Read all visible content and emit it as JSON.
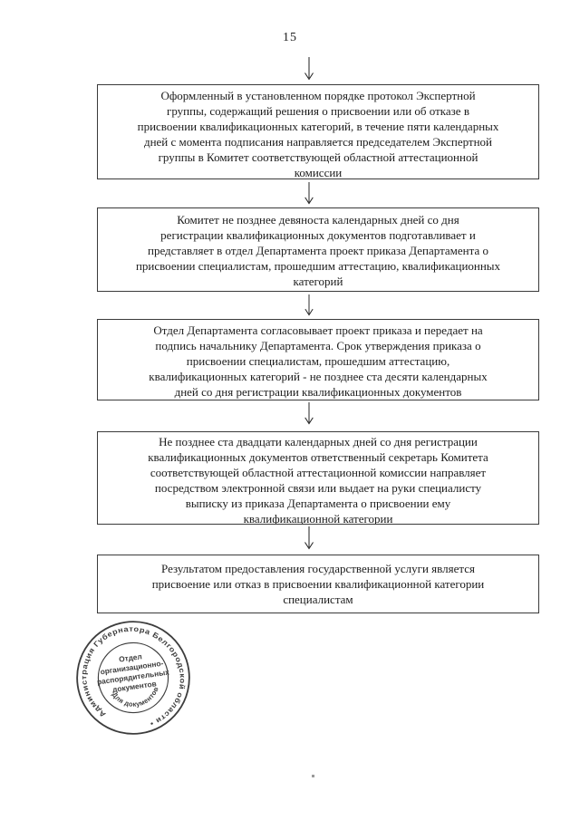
{
  "page": {
    "number": "15"
  },
  "colors": {
    "bg": "#ffffff",
    "text": "#1c1c1c",
    "border": "#3a3a3a",
    "ink": "#2d2d2d"
  },
  "flowchart": {
    "boxes": [
      {
        "lines": [
          "Оформленный в установленном порядке протокол Экспертной",
          "группы, содержащий решения о присвоении или об отказе в",
          "присвоении квалификационных категорий, в течение пяти календарных",
          "дней с момента подписания направляется председателем Экспертной",
          "группы в Комитет соответствующей областной аттестационной",
          "комиссии"
        ]
      },
      {
        "lines": [
          "Комитет не позднее девяноста календарных дней со дня",
          "регистрации квалификационных документов подготавливает и",
          "представляет в отдел Департамента проект приказа Департамента о",
          "присвоении специалистам, прошедшим аттестацию, квалификационных",
          "категорий"
        ]
      },
      {
        "lines": [
          "Отдел Департамента согласовывает проект приказа и передает на",
          "подпись начальнику Департамента. Срок утверждения приказа о",
          "присвоении специалистам, прошедшим аттестацию,",
          "квалификационных категорий - не позднее ста десяти календарных",
          "дней со дня регистрации квалификационных документов"
        ]
      },
      {
        "lines": [
          "Не позднее ста двадцати календарных дней со дня регистрации",
          "квалификационных документов ответственный секретарь Комитета",
          "соответствующей областной аттестационной комиссии направляет",
          "посредством электронной связи или выдает на руки специалисту",
          "выписку из приказа Департамента о присвоении ему",
          "квалификационной категории"
        ]
      },
      {
        "lines": [
          "Результатом предоставления государственной услуги является",
          "присвоение или отказ в присвоении квалификационной категории",
          "специалистам"
        ]
      }
    ]
  },
  "stamp": {
    "ring_text": "Администрация Губернатора Белгородской области •",
    "center_lines": [
      "Отдел",
      "организационно-",
      "распорядительных",
      "документов"
    ],
    "inner_arc_text": "Для документов"
  }
}
